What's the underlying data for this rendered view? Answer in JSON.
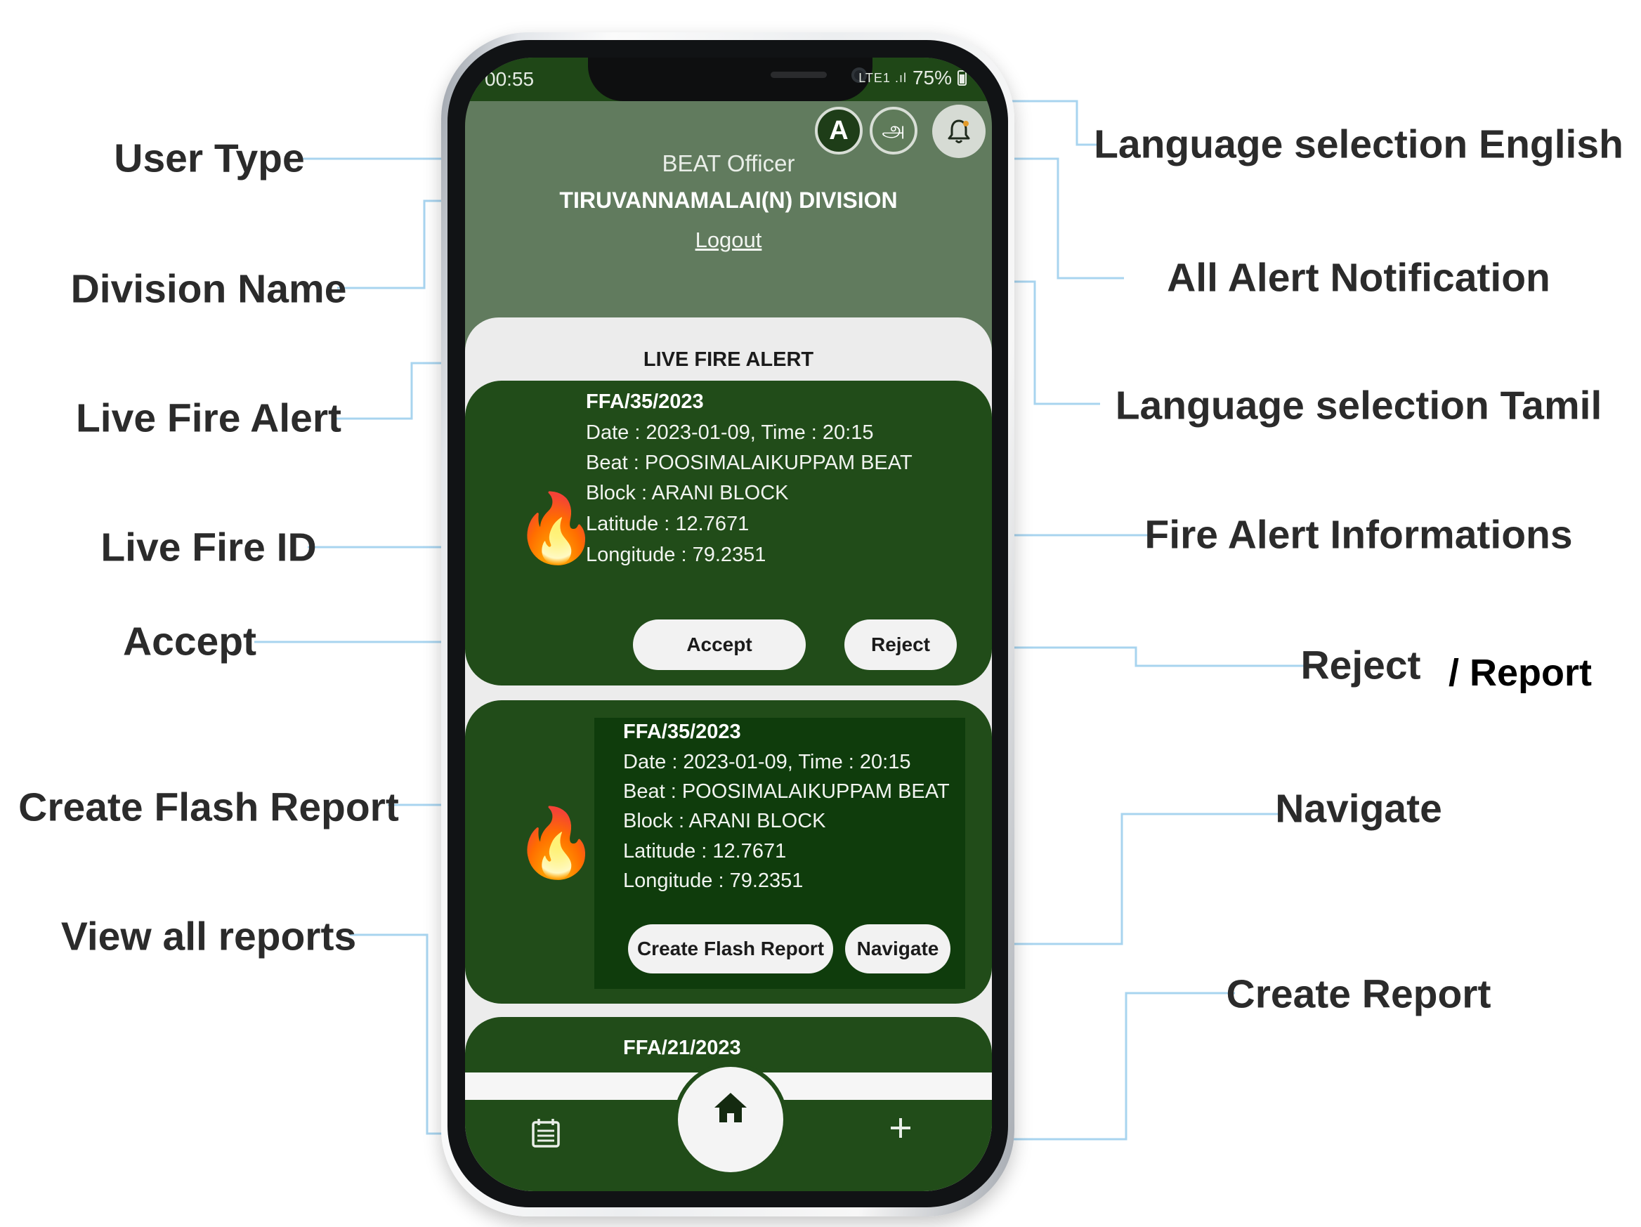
{
  "callouts": {
    "user_type": "User Type",
    "division_name": "Division Name",
    "live_fire_alert": "Live Fire Alert",
    "live_fire_id": "Live Fire ID",
    "accept": "Accept",
    "create_flash_report": "Create Flash Report",
    "view_all_reports": "View all reports",
    "language_english": "Language selection English",
    "all_alert_notification": "All Alert Notification",
    "language_tamil": "Language selection Tamil",
    "fire_alert_informations": "Fire Alert Informations",
    "reject": "Reject",
    "report": "/ Report",
    "navigate": "Navigate",
    "create_report": "Create Report"
  },
  "status_bar": {
    "time": "00:55",
    "signal": "LTE1 .ıl",
    "battery": "75%"
  },
  "header": {
    "lang_en": "A",
    "lang_ta": "அ",
    "user_type": "BEAT Officer",
    "division": "TIRUVANNAMALAI(N) DIVISION",
    "logout": "Logout"
  },
  "section_title": "LIVE FIRE ALERT",
  "alerts": [
    {
      "id": "FFA/35/2023",
      "date_time": "Date : 2023-01-09, Time :  20:15",
      "beat": "Beat : POOSIMALAIKUPPAM BEAT",
      "block": "Block : ARANI BLOCK",
      "latitude": "Latitude : 12.7671",
      "longitude": "Longitude : 79.2351",
      "primary_action": "Accept",
      "secondary_action": "Reject"
    },
    {
      "id": "FFA/35/2023",
      "date_time": "Date : 2023-01-09, Time :  20:15",
      "beat": "Beat : POOSIMALAIKUPPAM BEAT",
      "block": "Block : ARANI BLOCK",
      "latitude": "Latitude : 12.7671",
      "longitude": "Longitude : 79.2351",
      "primary_action": "Create Flash Report",
      "secondary_action": "Navigate"
    },
    {
      "id": "FFA/21/2023"
    }
  ],
  "icons": {
    "fire": "🔥",
    "bell": "bell-icon",
    "home": "home-icon",
    "reports": "calendar-list-icon",
    "plus": "plus-icon"
  },
  "colors": {
    "header_green": "#617b5e",
    "card_green": "#214c19",
    "inner_panel_green": "#0f3c0c",
    "leader_blue": "#a8d4ef"
  }
}
